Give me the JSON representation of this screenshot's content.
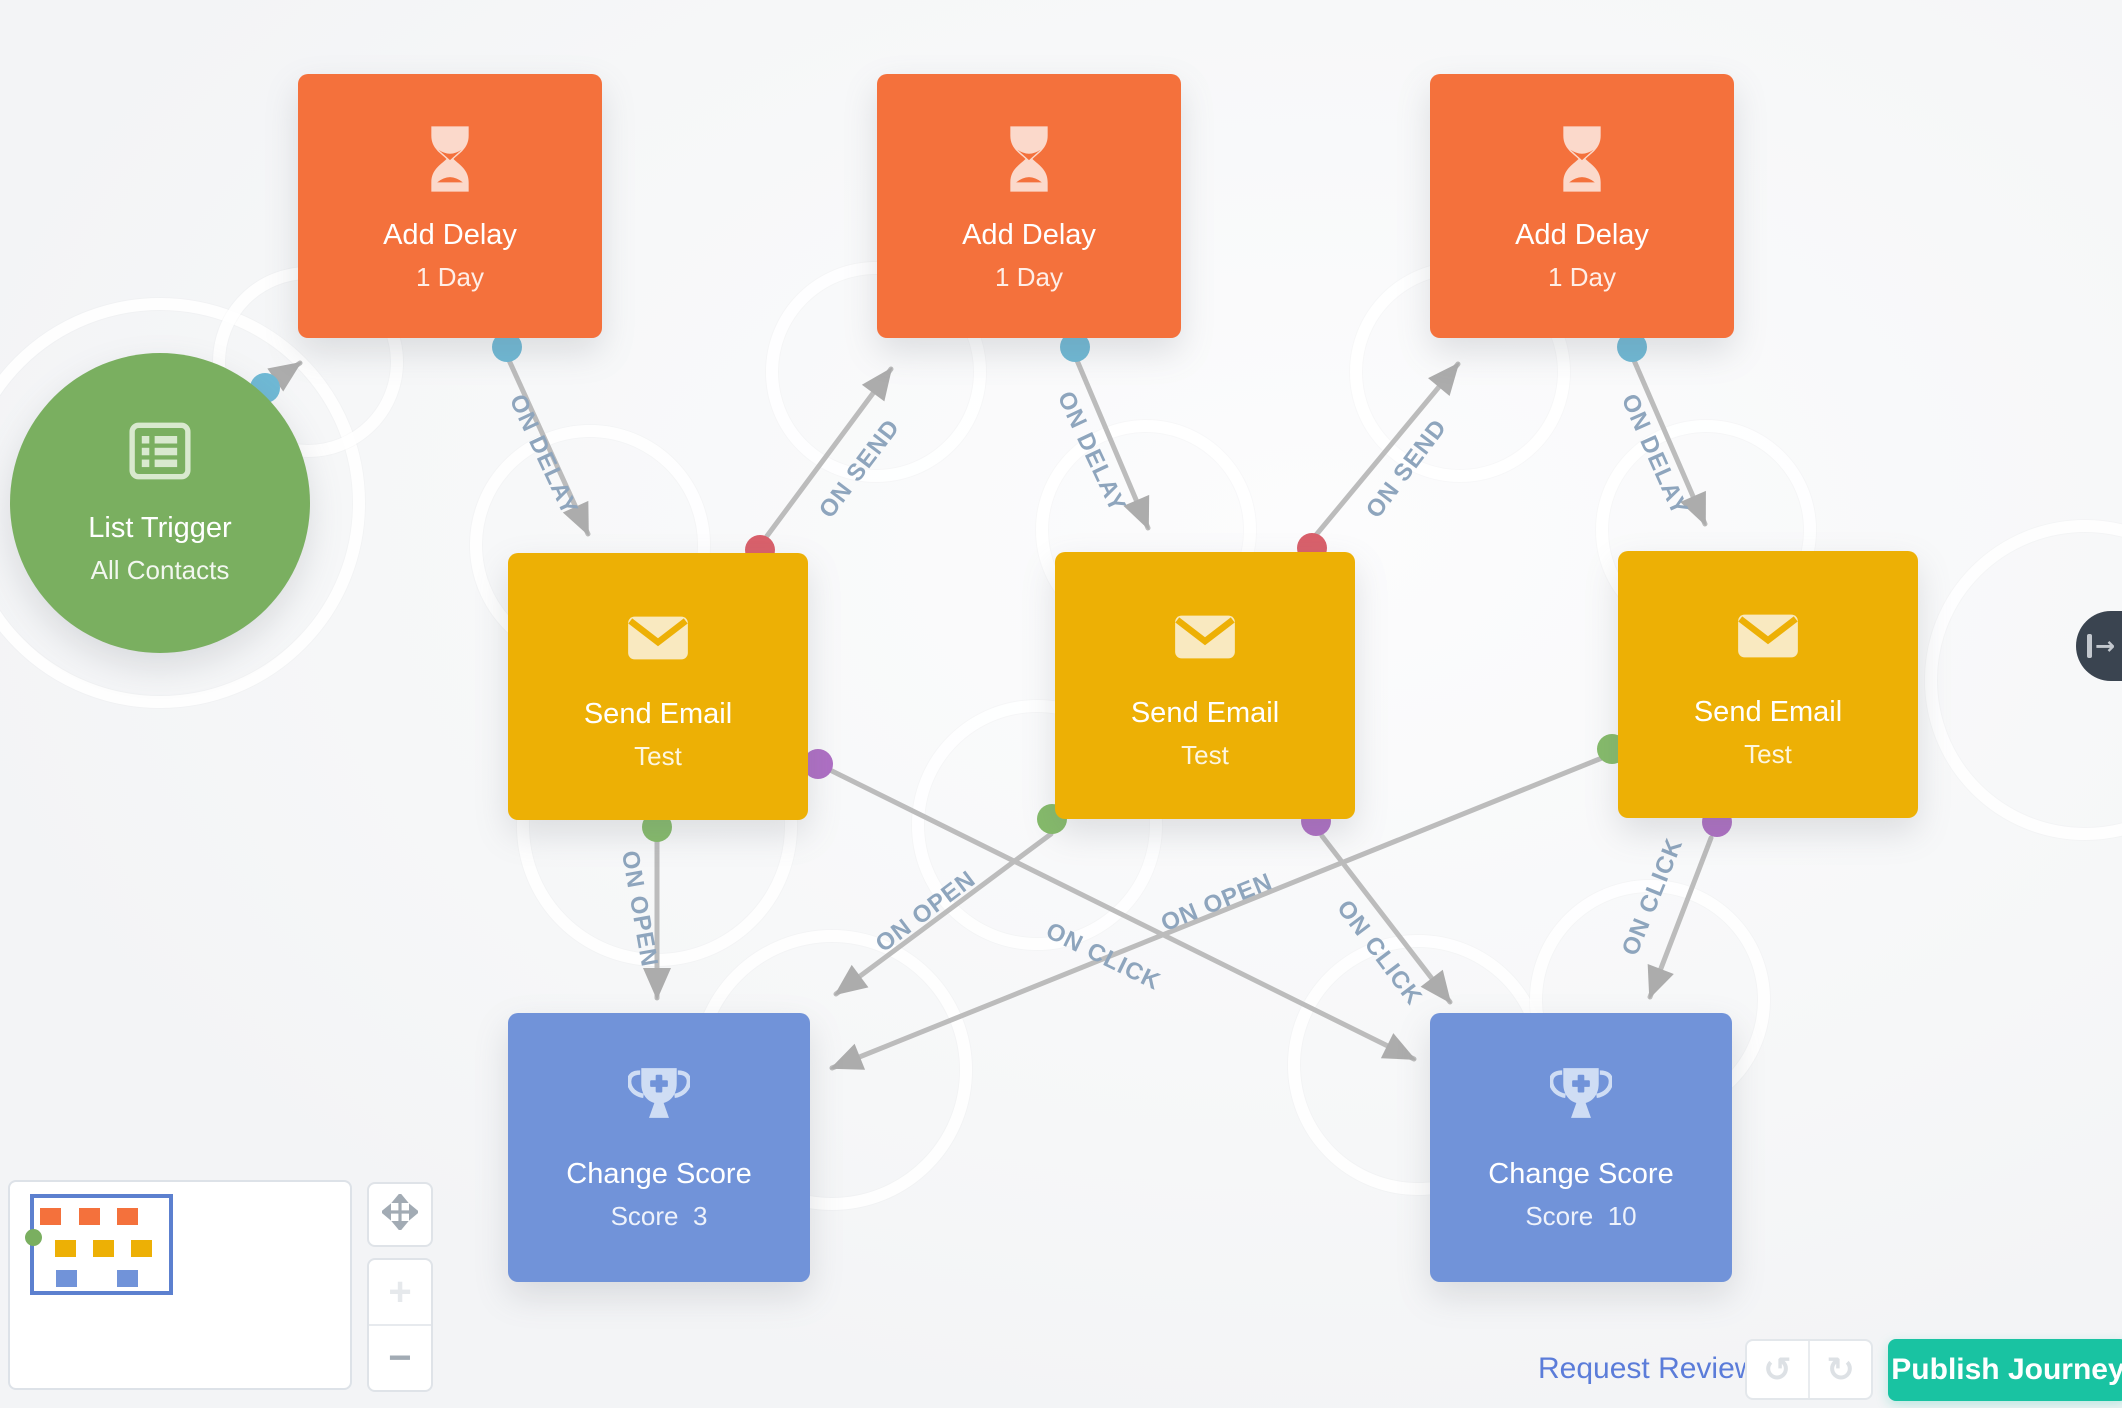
{
  "trigger": {
    "title": "List Trigger",
    "subtitle": "All Contacts"
  },
  "delays": [
    {
      "title": "Add Delay",
      "subtitle": "1 Day"
    },
    {
      "title": "Add Delay",
      "subtitle": "1 Day"
    },
    {
      "title": "Add Delay",
      "subtitle": "1 Day"
    }
  ],
  "emails": [
    {
      "title": "Send Email",
      "subtitle": "Test"
    },
    {
      "title": "Send Email",
      "subtitle": "Test"
    },
    {
      "title": "Send Email",
      "subtitle": "Test"
    }
  ],
  "scores": [
    {
      "title": "Change Score",
      "subtitle": "Score  3"
    },
    {
      "title": "Change Score",
      "subtitle": "Score  10"
    }
  ],
  "edges": [
    {
      "from": "add-delay-1",
      "to": "send-email-1",
      "label": "ON DELAY"
    },
    {
      "from": "send-email-1",
      "to": "add-delay-2",
      "label": "ON SEND"
    },
    {
      "from": "add-delay-2",
      "to": "send-email-2",
      "label": "ON DELAY"
    },
    {
      "from": "send-email-2",
      "to": "add-delay-3",
      "label": "ON SEND"
    },
    {
      "from": "add-delay-3",
      "to": "send-email-3",
      "label": "ON DELAY"
    },
    {
      "from": "send-email-1",
      "to": "change-score-1",
      "label": "ON OPEN"
    },
    {
      "from": "send-email-2",
      "to": "change-score-1",
      "label": "ON OPEN"
    },
    {
      "from": "send-email-3",
      "to": "change-score-1",
      "label": "ON OPEN"
    },
    {
      "from": "send-email-1",
      "to": "change-score-2",
      "label": "ON CLICK"
    },
    {
      "from": "send-email-2",
      "to": "change-score-2",
      "label": "ON CLICK"
    },
    {
      "from": "send-email-3",
      "to": "change-score-2",
      "label": "ON CLICK"
    }
  ],
  "footer": {
    "request_review_label": "Request Review",
    "undo_icon": "↺",
    "redo_icon": "↻",
    "publish_label": "Publish Journey"
  },
  "controls": {
    "zoom_in_icon": "+",
    "zoom_out_icon": "−"
  },
  "side_handle": {
    "arrow_icon": "→"
  },
  "colors": {
    "node_orange": "#f4713c",
    "node_yellow": "#edb005",
    "node_blue": "#7193d9",
    "trigger_green": "#7aaf60",
    "port_blue": "#6fb9d5",
    "port_red": "#d9606b",
    "port_green": "#85bb6a",
    "port_purple": "#ae6fc4",
    "edge_gray": "#bcbcbc",
    "edge_label": "#8ea5bd",
    "publish_teal": "#19c3a2",
    "review_link_blue": "#5b7cd9",
    "handle_dark": "#3a4450",
    "minimap_viewport_blue": "#5c80cf"
  }
}
